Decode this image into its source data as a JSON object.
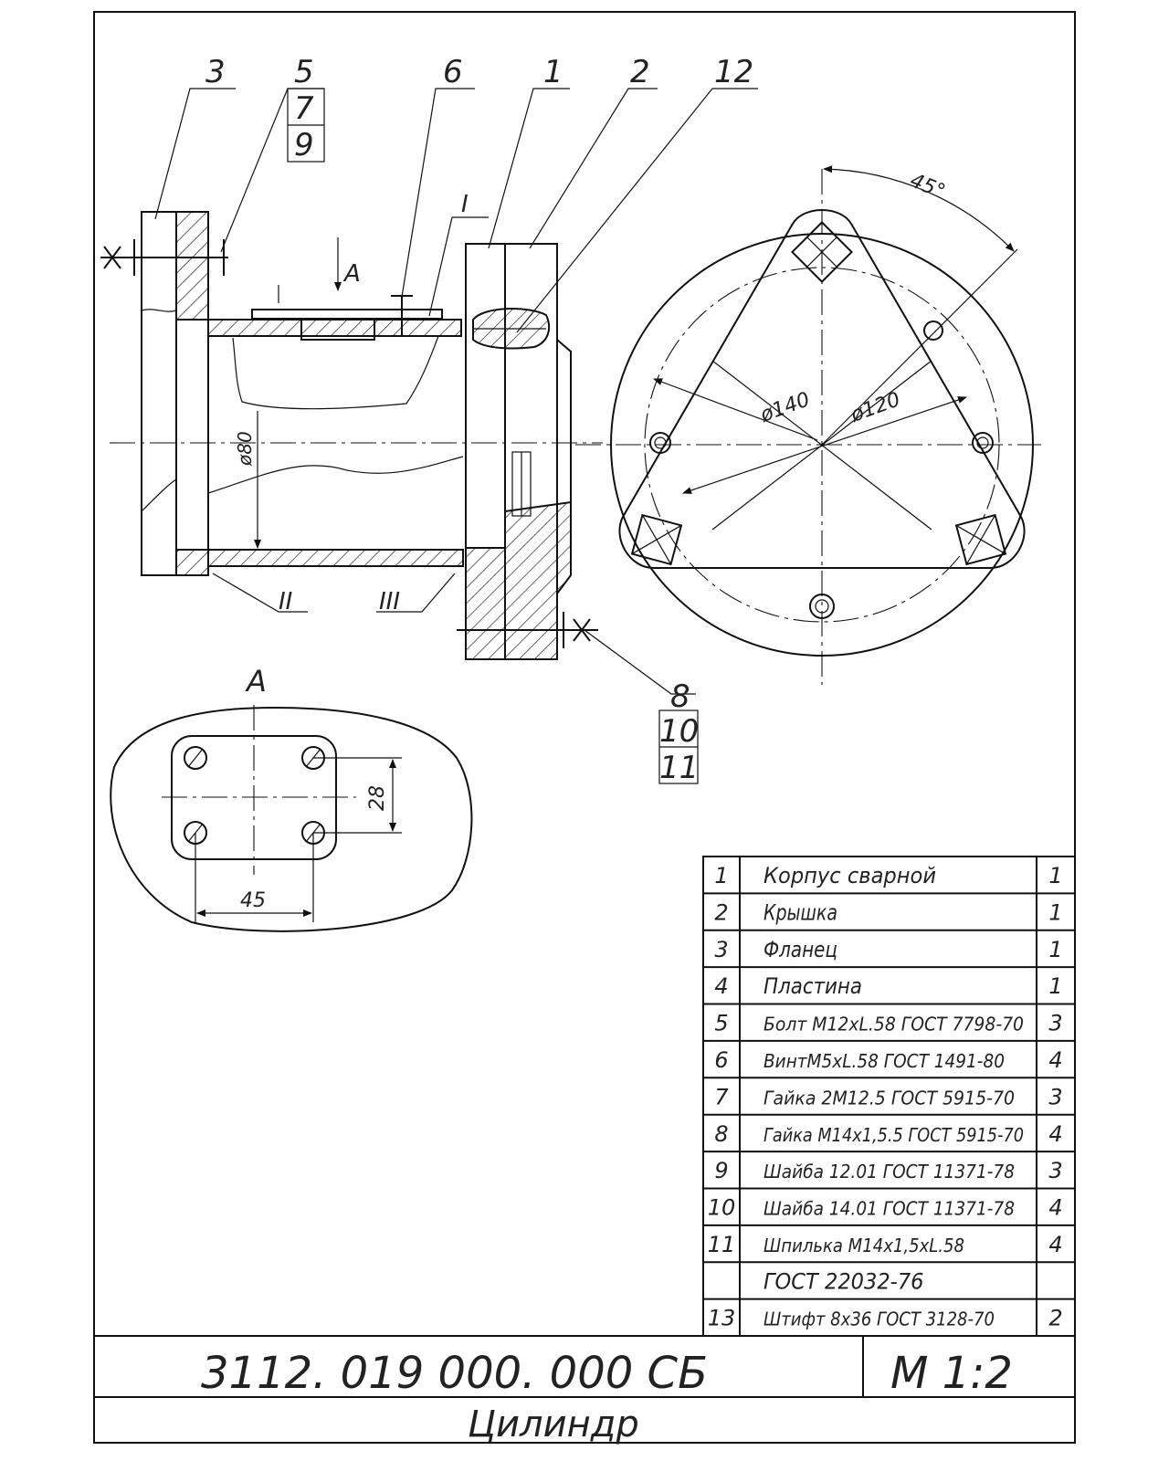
{
  "drawing": {
    "leaders": {
      "l3": "3",
      "l5": "5",
      "l7": "7",
      "l9": "9",
      "l6": "6",
      "l1": "1",
      "l2": "2",
      "l12": "12",
      "l8": "8",
      "l10": "10",
      "l11": "11"
    },
    "view_label": "A",
    "arrow_label": "A",
    "detail_1": "I",
    "detail_2": "II",
    "detail_3": "III",
    "dims": {
      "angle": "45°",
      "d140": "ø140",
      "d120": "ø120",
      "d80": "ø80",
      "dim28": "28",
      "dim45": "45"
    }
  },
  "spec_table": {
    "rows": [
      {
        "pos": "1",
        "name": "Корпус сварной",
        "qty": "1"
      },
      {
        "pos": "2",
        "name": "Крышка",
        "qty": "1"
      },
      {
        "pos": "3",
        "name": "Фланец",
        "qty": "1"
      },
      {
        "pos": "4",
        "name": "Пластина",
        "qty": "1"
      },
      {
        "pos": "5",
        "name": "Болт М12хL.58 ГОСТ 7798-70",
        "qty": "3"
      },
      {
        "pos": "6",
        "name": "ВинтМ5хL.58 ГОСТ 1491-80",
        "qty": "4"
      },
      {
        "pos": "7",
        "name": "Гайка 2М12.5 ГОСТ 5915-70",
        "qty": "3"
      },
      {
        "pos": "8",
        "name": "Гайка М14х1,5.5 ГОСТ 5915-70",
        "qty": "4"
      },
      {
        "pos": "9",
        "name": "Шайба 12.01 ГОСТ 11371-78",
        "qty": "3"
      },
      {
        "pos": "10",
        "name": "Шайба 14.01 ГОСТ 11371-78",
        "qty": "4"
      },
      {
        "pos": "11",
        "name": "Шпилька М14х1,5хL.58",
        "qty": "4"
      },
      {
        "pos": "",
        "name": "ГОСТ 22032-76",
        "qty": ""
      },
      {
        "pos": "13",
        "name": "Штифт 8х36 ГОСТ 3128-70",
        "qty": "2"
      }
    ]
  },
  "title_block": {
    "designation": "3112. 019 000. 000 СБ",
    "scale": "М 1:2",
    "name": "Цилиндр"
  }
}
